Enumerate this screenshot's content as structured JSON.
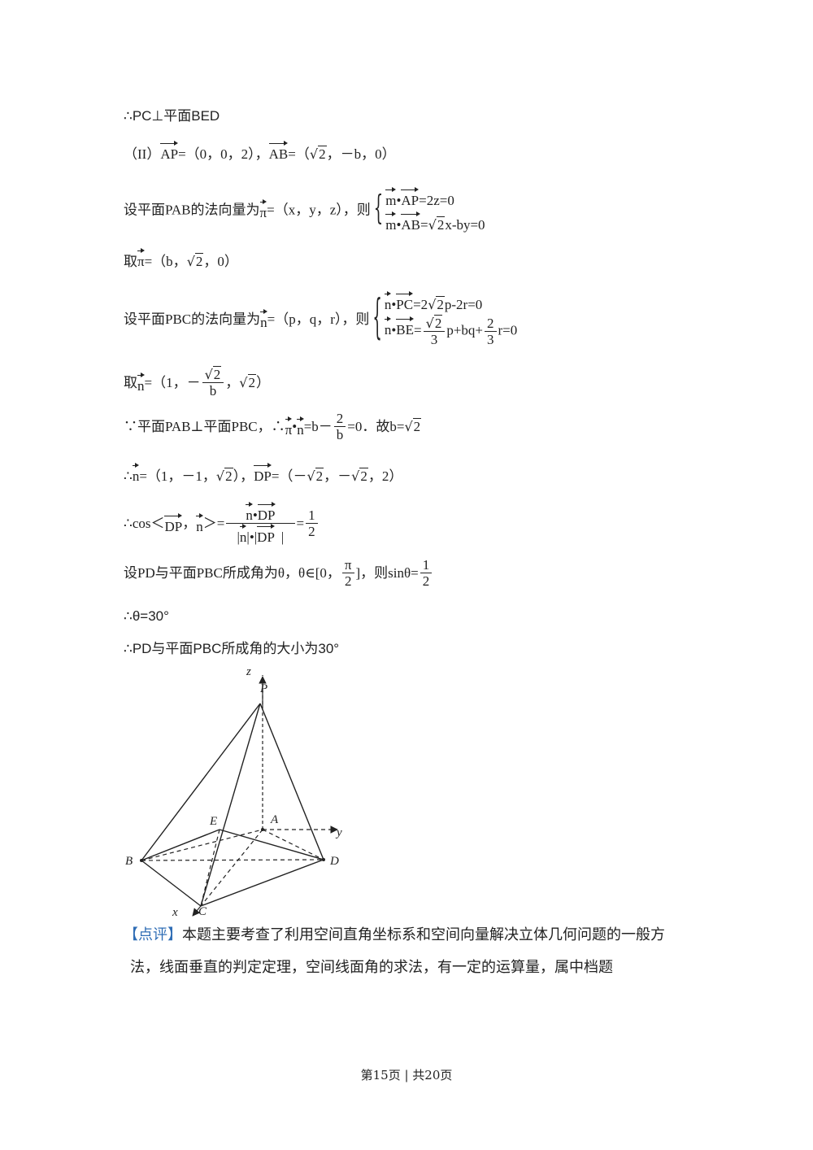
{
  "lines": {
    "l1": "∴PC⊥平面BED",
    "l2_prefix": "（II）",
    "l2_vec1": "AP",
    "l2_val1": "=（0，0，2），",
    "l2_vec2": "AB",
    "l2_val2a": "=（",
    "l2_val2b": "，－b，0）",
    "l3_prefix": "设平面PAB的法向量为",
    "l3_vec": "π",
    "l3_mid": "=（x，y，z），则",
    "l3_eq1": "=2z=0",
    "l3_eq2b": "x-by=0",
    "l4_prefix": "取",
    "l4_val": "=（b，",
    "l4_end": "，0）",
    "l5_prefix": "设平面PBC的法向量为",
    "l5_mid": "=（p，q，r），则",
    "l5_eq1a": "=2",
    "l5_eq1b": "p-2r=0",
    "l5_eq2b": "p+bq+",
    "l5_eq2c": "r=0",
    "l6_val": "=（1，－",
    "l6_end": "）",
    "l7_prefix": "∵平面PAB⊥平面PBC，∴",
    "l7_mid": "=b－",
    "l7_end": "=0．故b=",
    "l8_prefix": "∴",
    "l8_val": "=（1，－1，",
    "l8_mid": "），",
    "l8_val2": "=（－",
    "l8_end": "，2）",
    "l9_prefix": "∴cos＜",
    "l9_comma": "，",
    "l9_gt": "＞=",
    "l10_prefix": "设PD与平面PBC所成角为θ，θ∈[0，",
    "l10_mid": "]，则sinθ=",
    "l11": "∴θ=30°",
    "l12": "∴PD与平面PBC所成角的大小为30°"
  },
  "symbols": {
    "m": "m",
    "n": "n",
    "pi": "π",
    "AP": "AP",
    "AB": "AB",
    "PC": "PC",
    "BE": "BE",
    "DP": "DP",
    "dot": "•",
    "sqrt": "√",
    "two": "2",
    "three": "3",
    "one": "1",
    "b": "b",
    "comma": "，",
    "bar": "|"
  },
  "diagram": {
    "labels": {
      "z": "z",
      "P": "P",
      "E": "E",
      "A": "A",
      "y": "y",
      "B": "B",
      "D": "D",
      "x": "x",
      "C": "C"
    }
  },
  "comment": {
    "open": "【",
    "tag": "点评",
    "close": "】",
    "text": "本题主要考查了利用空间直角坐标系和空间向量解决立体几何问题的一般方法，线面垂直的判定定理，空间线面角的求法，有一定的运算量，属中档题"
  },
  "footer": "第15页 | 共20页"
}
